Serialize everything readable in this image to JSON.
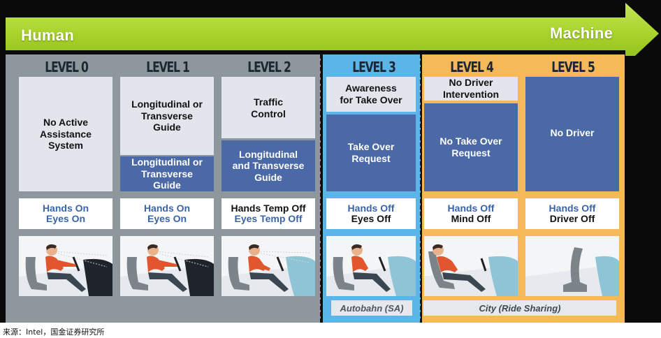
{
  "arrow": {
    "left_label": "Human",
    "right_label": "Machine",
    "color": "#a8d32a"
  },
  "levels": [
    {
      "title": "LEVEL 0",
      "top_text": "No Active\nAssistance\nSystem",
      "mid_text": "",
      "hands": "Hands On",
      "eyes": "Eyes On"
    },
    {
      "title": "LEVEL 1",
      "top_text": "Longitudinal or\nTransverse\nGuide",
      "mid_text": "Longitudinal or\nTransverse\nGuide",
      "hands": "Hands On",
      "eyes": "Eyes On"
    },
    {
      "title": "LEVEL 2",
      "top_text": "Traffic\nControl",
      "mid_text": "Longitudinal\nand Transverse\nGuide",
      "hands": "Hands Temp Off",
      "eyes": "Eyes Temp Off"
    },
    {
      "title": "LEVEL 3",
      "top_text": "Awareness\nfor Take Over",
      "mid_text": "Take Over\nRequest",
      "hands": "Hands Off",
      "eyes": "Eyes Off"
    },
    {
      "title": "LEVEL 4",
      "top_text": "No Driver\nIntervention",
      "mid_text": "No Take Over\nRequest",
      "hands": "Hands Off",
      "eyes": "Mind Off"
    },
    {
      "title": "LEVEL 5",
      "top_text": "",
      "mid_text": "No Driver",
      "hands": "Hands Off",
      "eyes": "Driver Off"
    }
  ],
  "bottom": {
    "autobahn": "Autobahn (SA)",
    "city": "City (Ride Sharing)"
  },
  "icons": [
    "driver-seated-icon",
    "driver-reclined-icon",
    "empty-seat-icon"
  ],
  "colors": {
    "human_zone": "#8e979c",
    "level3_zone": "#5bb5e8",
    "machine_zone": "#f5b95a",
    "dark_box": "#4a69a6",
    "light_box": "#e2e6ec"
  },
  "source": "来源：Intel，国金证券研究所"
}
